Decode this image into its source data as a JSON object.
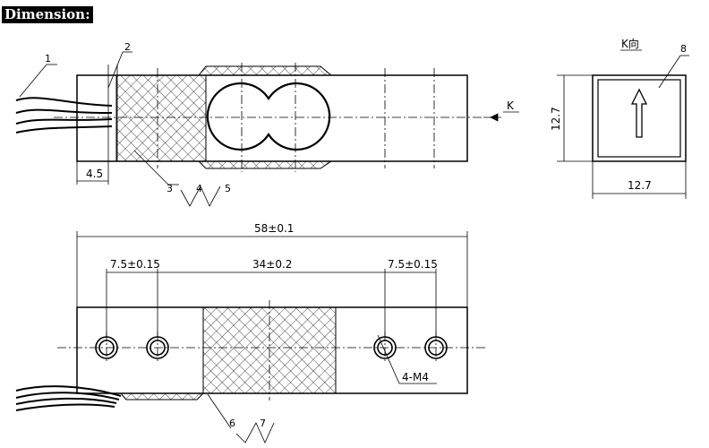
{
  "title": "Dimension:",
  "callouts": [
    "1",
    "2",
    "3",
    "4",
    "5",
    "6",
    "7",
    "8"
  ],
  "view_letter": "K",
  "view_label": "K向",
  "dims": {
    "lead_offset": "4.5",
    "height": "12.7",
    "width": "12.7",
    "length": "58±0.1",
    "hole_left": "7.5±0.15",
    "hole_mid": "34±0.2",
    "hole_right": "7.5±0.15",
    "thread": "4-M4"
  }
}
